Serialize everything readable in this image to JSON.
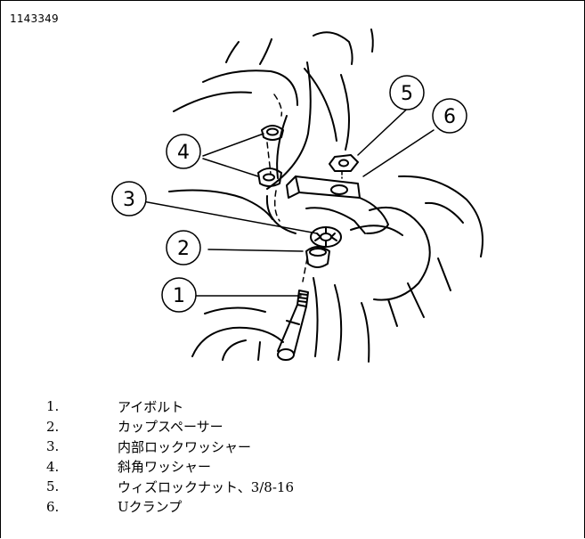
{
  "figure_id": "1143349",
  "callouts": [
    "1",
    "2",
    "3",
    "4",
    "5",
    "6"
  ],
  "legend": [
    {
      "num": "1.",
      "label": "アイボルト"
    },
    {
      "num": "2.",
      "label": "カップスペーサー"
    },
    {
      "num": "3.",
      "label": "内部ロックワッシャー"
    },
    {
      "num": "4.",
      "label": "斜角ワッシャー"
    },
    {
      "num": "5.",
      "label": "ウィズロックナット、3/8-16"
    },
    {
      "num": "6.",
      "label": "Uクランプ"
    }
  ]
}
